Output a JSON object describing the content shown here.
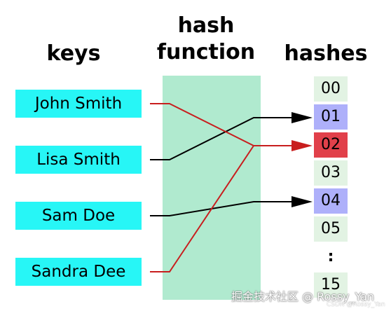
{
  "headings": {
    "keys": "keys",
    "hash_function_line1": "hash",
    "hash_function_line2": "function",
    "hashes": "hashes"
  },
  "keys": [
    "John Smith",
    "Lisa Smith",
    "Sam Doe",
    "Sandra Dee"
  ],
  "hashes": [
    "00",
    "01",
    "02",
    "03",
    "04",
    "05",
    ":",
    "15"
  ],
  "mappings": [
    {
      "key": "John Smith",
      "hash": "02",
      "color": "#c81e1e"
    },
    {
      "key": "Lisa Smith",
      "hash": "01",
      "color": "#000000"
    },
    {
      "key": "Sam Doe",
      "hash": "04",
      "color": "#000000"
    },
    {
      "key": "Sandra Dee",
      "hash": "02",
      "color": "#c81e1e"
    }
  ],
  "colors": {
    "key_box": "#27f6f6",
    "hash_band": "#b0eacf",
    "hash_default": "#e2f3e3",
    "hash_hit": "#aeb0fa",
    "hash_collision": "#e1404a"
  },
  "watermark": {
    "main": "掘金技术社区 @ Rossy_Yan",
    "sub": "CSDN @Rossy_Yan"
  }
}
